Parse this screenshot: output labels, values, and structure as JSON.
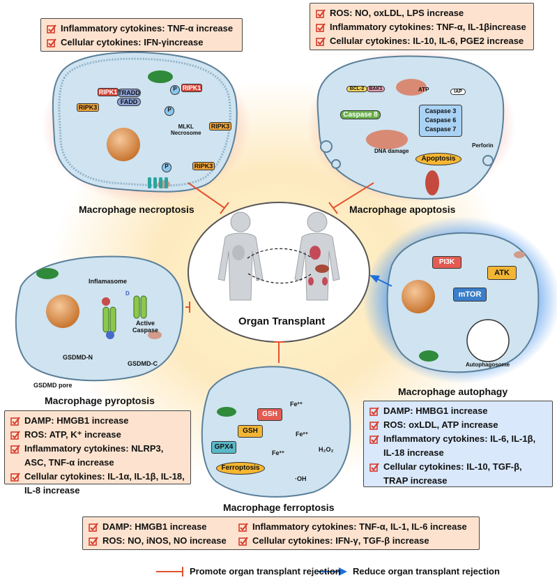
{
  "center_label": "Organ Transplant",
  "panels": {
    "necroptosis": {
      "title": "Macrophage necroptosis",
      "box_items": [
        "Inflammatory cytokines: TNF-α increase",
        "Cellular cytokines: IFN-γincrease"
      ],
      "labels": {
        "tradd": "TRADD",
        "fadd": "FADD",
        "ripk1": "RIPK1",
        "ripk3": "RIPK3",
        "mlkl": "MLKL\nNecrosome",
        "p": "P"
      }
    },
    "apoptosis": {
      "title": "Macrophage apoptosis",
      "box_items": [
        "ROS: NO, oxLDL, LPS increase",
        "Inflammatory cytokines: TNF-α, IL-1βincrease",
        "Cellular cytokines: IL-10, IL-6, PGE2 increase"
      ],
      "labels": {
        "bcl2": "BCL-2",
        "bak1": "BAK1",
        "atp": "ATP",
        "iap": "IAP",
        "caspase8": "Caspase 8",
        "caspase3": "Caspase 3",
        "caspase6": "Caspase 6",
        "caspase7": "Caspase 7",
        "dna": "DNA damage",
        "perforin": "Perforin",
        "apoptosis": "Apoptosis"
      }
    },
    "pyroptosis": {
      "title": "Macrophage pyroptosis",
      "box_items": [
        "DAMP: HMGB1 increase",
        "ROS: ATP, K⁺ increase",
        "Inflammatory cytokines: NLRP3, ASC, TNF-α increase",
        "Cellular cytokines: IL-1α, IL-1β, IL-18, IL-8 increase"
      ],
      "labels": {
        "inflamasome": "Inflamasome",
        "active": "Active\nCaspase",
        "gsdmdn": "GSDMD-N",
        "gsdmdc": "GSDMD-C",
        "pore": "GSDMD pore",
        "d": "D"
      }
    },
    "autophagy": {
      "title": "Macrophage autophagy",
      "box_items": [
        "DAMP: HMBG1 increase",
        "ROS: oxLDL, ATP increase",
        "Inflammatory cytokines: IL-6, IL-1β, IL-18 increase",
        "Cellular cytokines: IL-10, TGF-β, TRAP increase"
      ],
      "labels": {
        "pi3k": "PI3K",
        "atk": "ATK",
        "mtor": "mTOR",
        "autophagosome": "Autophagosome"
      }
    },
    "ferroptosis": {
      "title": "Macrophage ferroptosis",
      "box_items": [
        "DAMP: HMGB1 increase",
        "Inflammatory cytokines: TNF-α, IL-1, IL-6 increase",
        "ROS: NO, iNOS, NO increase",
        "Cellular cytokines: IFN-γ, TGF-β increase"
      ],
      "labels": {
        "gsh": "GSH",
        "gpx4": "GPX4",
        "fe2": "Fe²⁺",
        "fe3": "Fe³⁺",
        "h2o2": "H₂O₂",
        "oh": "·OH",
        "ferroptosis": "Ferroptosis"
      }
    }
  },
  "legend": {
    "promote": "Promote organ transplant rejection",
    "reduce": "Reduce organ transplant rejection",
    "promote_color": "#e2522b",
    "reduce_color": "#1e6fd9"
  },
  "colors": {
    "pink_box": "#fde3cf",
    "blue_box": "#d9e8fb",
    "cell_fill": "#cfe3f0",
    "check_red": "#d93a2b"
  }
}
